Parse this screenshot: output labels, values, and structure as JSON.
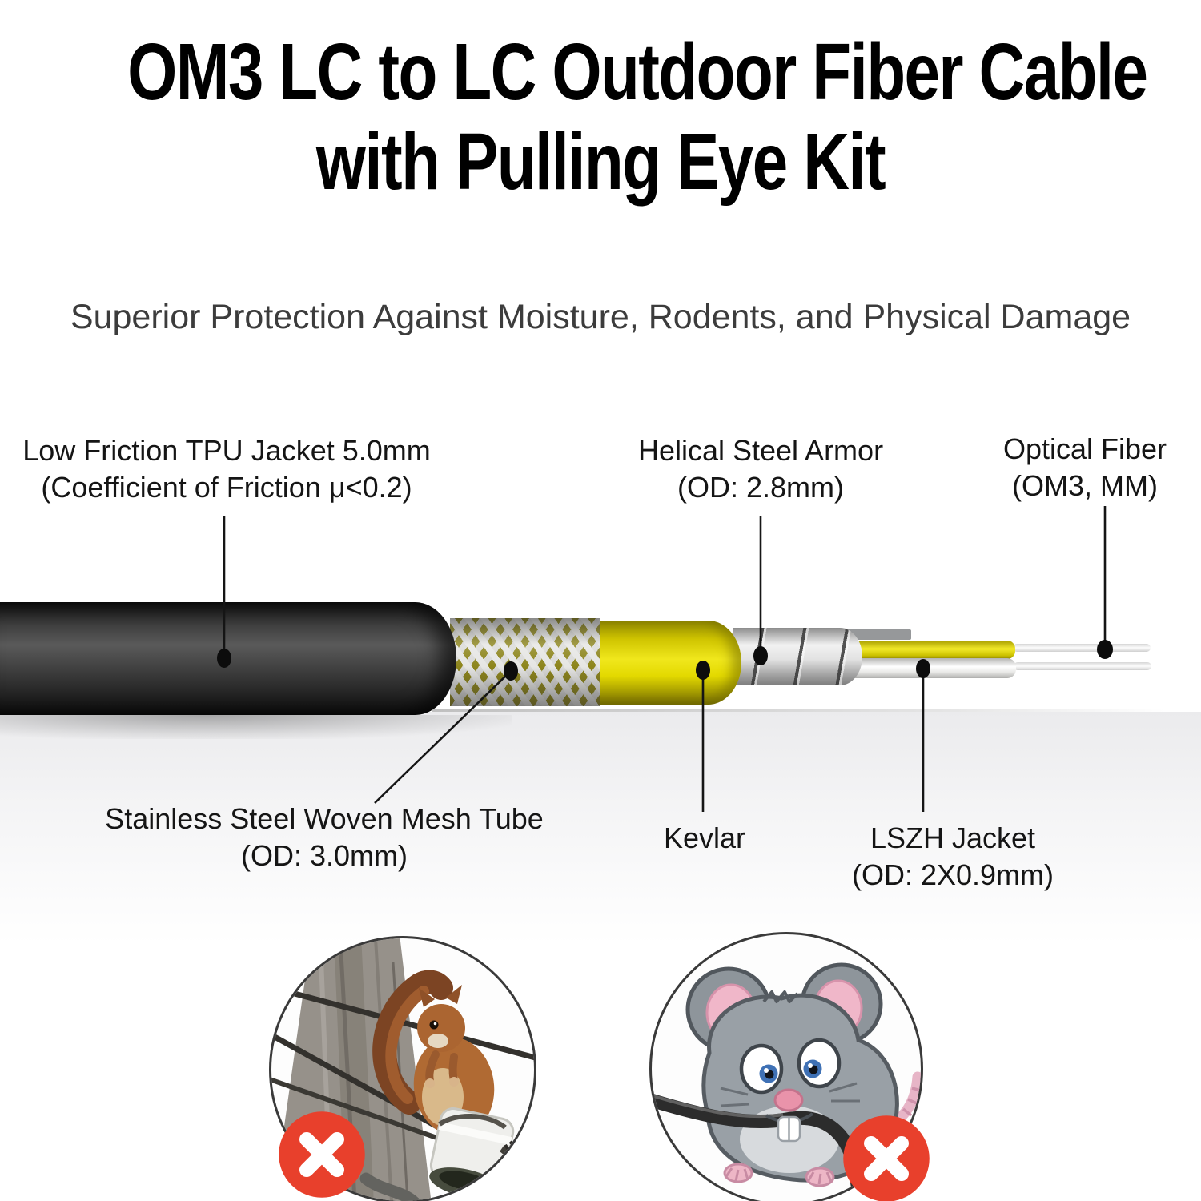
{
  "title": {
    "line1": "OM3 LC to LC Outdoor Fiber Cable",
    "line2": "with Pulling Eye Kit"
  },
  "subtitle": "Superior Protection Against Moisture, Rodents, and Physical Damage",
  "diagram": {
    "labels": [
      {
        "id": "tpu-jacket",
        "line1": "Low Friction TPU Jacket 5.0mm",
        "line2": "(Coefficient of Friction μ<0.2)"
      },
      {
        "id": "steel-armor",
        "line1": "Helical Steel Armor",
        "line2": "(OD: 2.8mm)"
      },
      {
        "id": "optical-fiber",
        "line1": "Optical Fiber",
        "line2": "(OM3, MM)"
      },
      {
        "id": "mesh-tube",
        "line1": "Stainless Steel Woven Mesh Tube",
        "line2": "(OD: 3.0mm)"
      },
      {
        "id": "kevlar",
        "line1": "Kevlar",
        "line2": ""
      },
      {
        "id": "lszh-jacket",
        "line1": "LSZH Jacket",
        "line2": "(OD: 2X0.9mm)"
      }
    ],
    "layers": [
      "Black TPU outer jacket",
      "Stainless steel woven mesh tube",
      "Yellow Kevlar layer",
      "Helical steel armor",
      "Yellow 0.9mm LSZH jacket",
      "White 0.9mm LSZH jacket",
      "Bare optical fibers"
    ]
  },
  "warnings": [
    {
      "icon": "squirrel-on-power-line",
      "badge": "crossed-out-x"
    },
    {
      "icon": "mouse-chewing-cable",
      "badge": "crossed-out-x"
    }
  ],
  "colors": {
    "accent_yellow": "#ece313",
    "jacket_black": "#262626",
    "steel_silver": "#d9d9d9",
    "mesh_silver": "#e2e2e0",
    "warning_red": "#e8402c",
    "leader_black": "#141414",
    "subtitle_gray": "#3c3c3c"
  }
}
